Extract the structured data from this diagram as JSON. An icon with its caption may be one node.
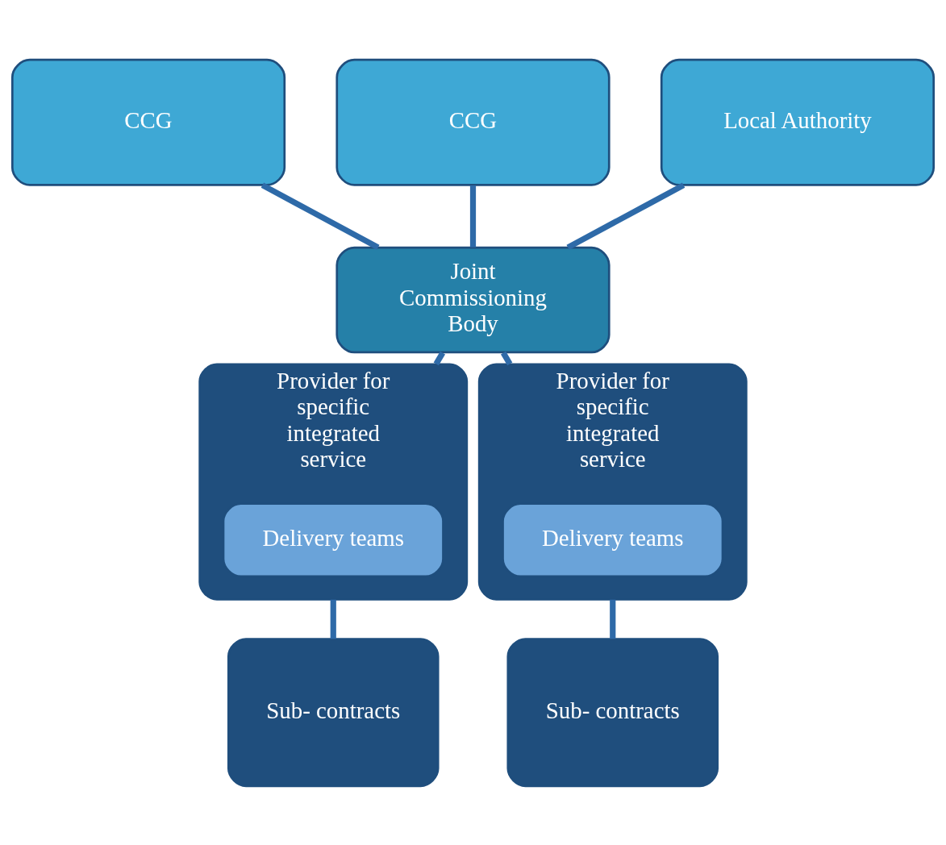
{
  "diagram": {
    "nodes": [
      {
        "text": [
          "CCG"
        ]
      },
      {
        "text": [
          "CCG"
        ]
      },
      {
        "text": [
          "Local Authority"
        ]
      },
      {
        "text": [
          "Joint Commissioning Body"
        ]
      },
      {
        "text": [
          "Provider for specific integrated service"
        ]
      },
      {
        "text": [
          "Delivery teams"
        ],
        "in": 4
      },
      {
        "text": [
          "Sub- contracts"
        ]
      },
      {
        "text": [
          "Provider for specific integrated service"
        ]
      },
      {
        "text": [
          "Delivery teams"
        ],
        "in": 7
      },
      {
        "text": [
          "Sub- contracts"
        ]
      }
    ],
    "edges": [
      {
        "from": 0,
        "to": 3,
        "arrow": "none"
      },
      {
        "from": 1,
        "to": 3,
        "arrow": "none"
      },
      {
        "from": 2,
        "to": 3,
        "arrow": "none"
      },
      {
        "from": 3,
        "to": 4,
        "arrow": "none"
      },
      {
        "from": 3,
        "to": 7,
        "arrow": "none"
      },
      {
        "from": 4,
        "to": 6,
        "arrow": "none"
      },
      {
        "from": 7,
        "to": 9,
        "arrow": "none"
      }
    ]
  }
}
